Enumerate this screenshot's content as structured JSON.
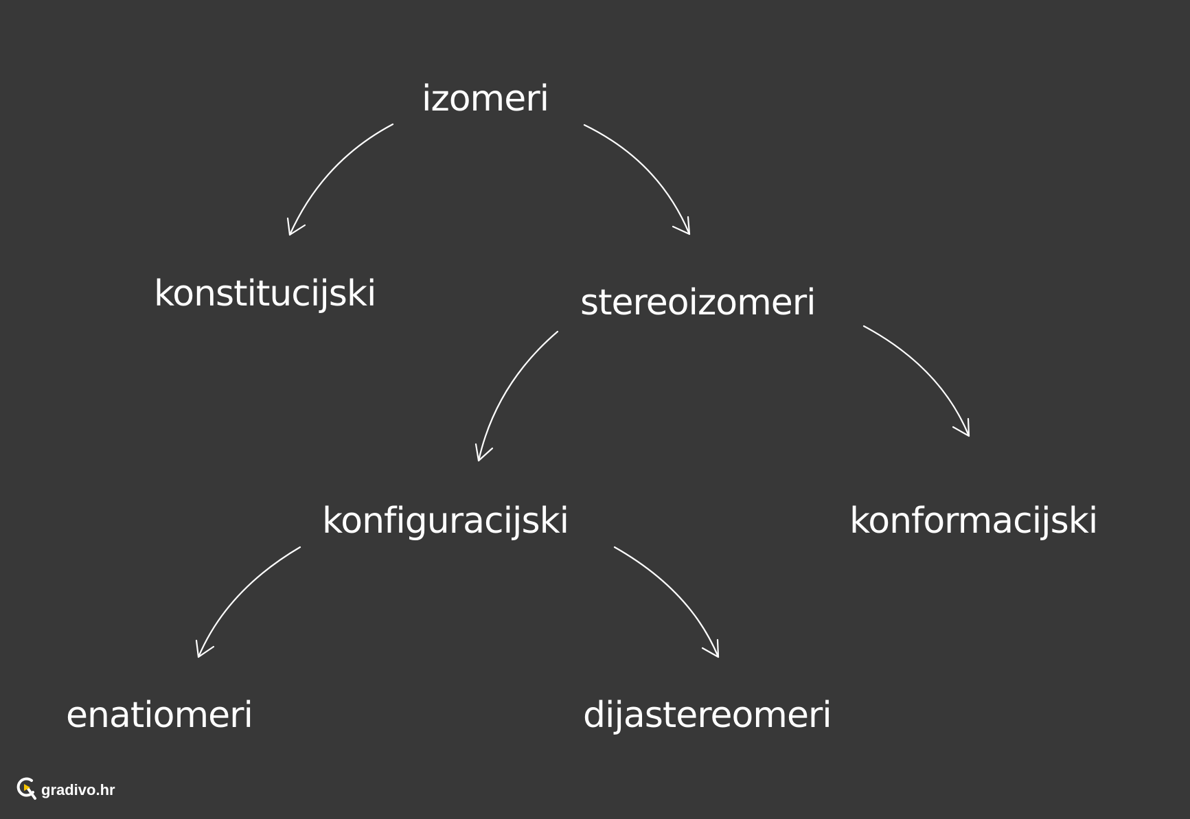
{
  "nodes": {
    "izomeri": "izomeri",
    "konstitucijski": "konstitucijski",
    "stereoizomeri": "stereoizomeri",
    "konfiguracijski": "konfiguracijski",
    "konformacijski": "konformacijski",
    "enatiomeri": "enatiomeri",
    "dijastereomeri": "dijastereomeri"
  },
  "edges": [
    {
      "from": "izomeri",
      "to": "konstitucijski"
    },
    {
      "from": "izomeri",
      "to": "stereoizomeri"
    },
    {
      "from": "stereoizomeri",
      "to": "konfiguracijski"
    },
    {
      "from": "stereoizomeri",
      "to": "konformacijski"
    },
    {
      "from": "konfiguracijski",
      "to": "enatiomeri"
    },
    {
      "from": "konfiguracijski",
      "to": "dijastereomeri"
    }
  ],
  "brand": {
    "name": "gradivo.hr",
    "logo_icon": "gradivo-logo-icon"
  },
  "colors": {
    "background": "#383838",
    "text": "#ffffff",
    "logo_accent": "#f5c400"
  }
}
